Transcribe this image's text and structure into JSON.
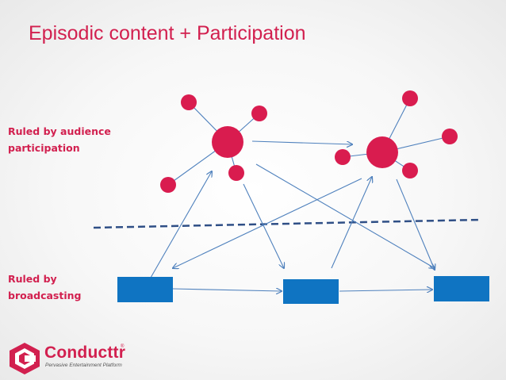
{
  "title": "Episodic content + Participation",
  "labels": {
    "audience_line1": "Ruled by audience",
    "audience_line2": "participation",
    "broadcast_line1": "Ruled by",
    "broadcast_line2": "broadcasting"
  },
  "logo": {
    "name": "Conducttr",
    "registered": "®",
    "tagline": "Pervasive Entertainment Platform",
    "icon": "conducttr-logo-icon"
  },
  "colors": {
    "accent": "#d2204f",
    "node": "#d91c4f",
    "box": "#0f74c2",
    "arrow": "#4f81bd",
    "divider": "#2f4f86"
  },
  "nodes": [
    {
      "id": "hub-1"
    },
    {
      "id": "hub-2"
    }
  ],
  "episodes": [
    {
      "id": "episode-1"
    },
    {
      "id": "episode-2"
    },
    {
      "id": "episode-3"
    }
  ]
}
